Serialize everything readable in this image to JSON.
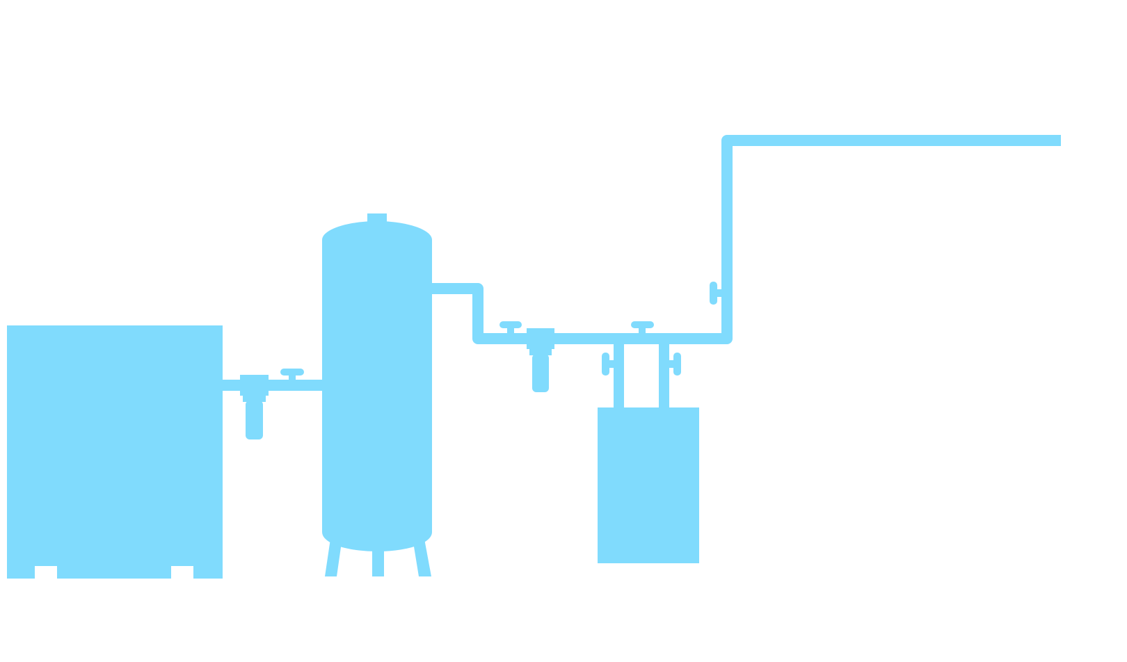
{
  "diagram": {
    "type": "compressed-air-system",
    "colors": {
      "equipment": "#80DBFD",
      "background": "#ffffff"
    },
    "components": [
      "compressor",
      "inline-filter",
      "ball-valve",
      "receiver-tank",
      "inline-filter",
      "ball-valve",
      "ball-valve",
      "dryer",
      "ball-valve",
      "ball-valve",
      "ball-valve",
      "distribution-pipe"
    ]
  }
}
